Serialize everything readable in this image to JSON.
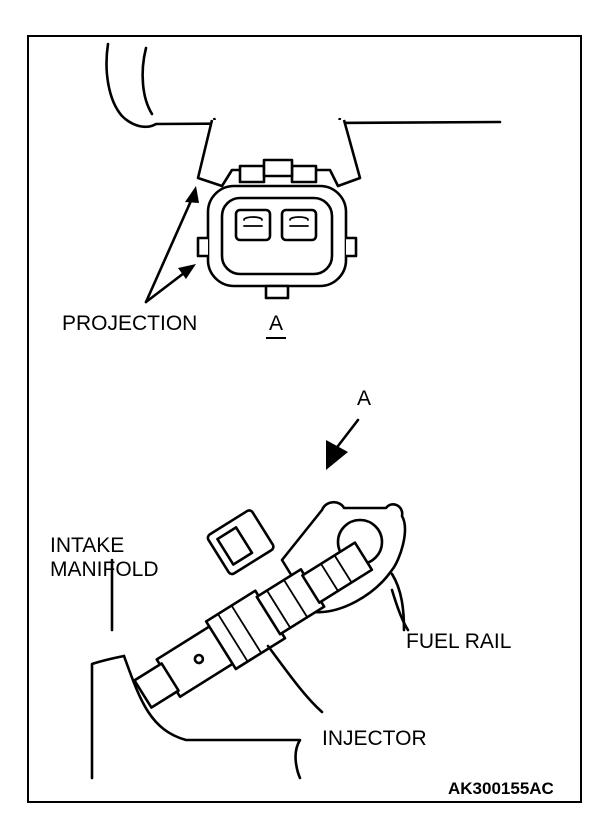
{
  "labels": {
    "projection": "PROJECTION",
    "view_a_top": "A",
    "view_a_arrow": "A",
    "intake_line1": "INTAKE",
    "intake_line2": "MANIFOLD",
    "fuel_rail": "FUEL RAIL",
    "injector": "INJECTOR",
    "figure_code": "AK300155AC"
  },
  "colors": {
    "ink": "#000000",
    "paper": "#ffffff"
  }
}
